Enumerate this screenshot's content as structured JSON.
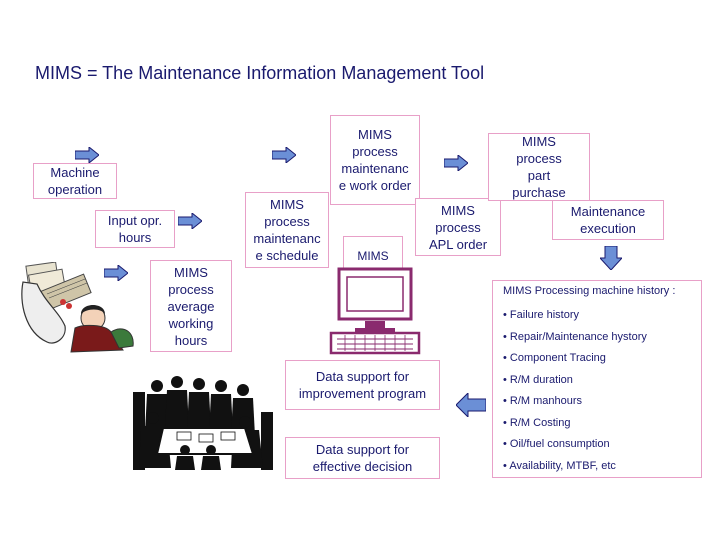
{
  "title": "MIMS = The Maintenance Information Management Tool",
  "boxes": {
    "machine_operation": "Machine operation",
    "input_opr_hours": "Input opr. hours",
    "process_avg_hours": "MIMS process average working hours",
    "process_schedule": "MIMS process maintenanc e schedule",
    "process_work_order": "MIMS process maintenanc e work order",
    "mims": "MIMS",
    "process_apl_order": "MIMS process APL order",
    "process_part_purchase": "MIMS process part purchase",
    "maintenance_execution": "Maintenance execution",
    "data_improvement": "Data support for improvement program",
    "data_decision": "Data support for effective decision"
  },
  "history": {
    "title": "MIMS Processing machine history :",
    "items": [
      "Failure history",
      "Repair/Maintenance hystory",
      "Component Tracing",
      "R/M duration",
      "R/M manhours",
      "R/M Costing",
      "Oil/fuel consumption",
      "Availability, MTBF, etc"
    ]
  },
  "colors": {
    "text": "#1a1a6e",
    "box_border": "#e8a0c8",
    "arrow_fill": "#6b8fd6",
    "arrow_stroke": "#1a1a6e",
    "computer": "#8a2a6e"
  },
  "icons": [
    "office-worker-clipart-icon",
    "computer-icon",
    "meeting-clipart-icon"
  ]
}
